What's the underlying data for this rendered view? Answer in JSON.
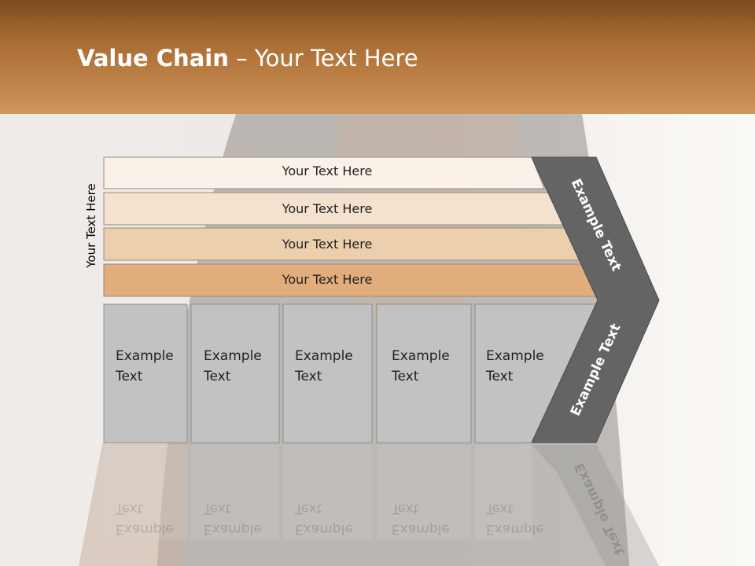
{
  "title": {
    "bold": "Value Chain",
    "rest": " – Your Text Here"
  },
  "side_label": "Your Text Here",
  "bars": [
    {
      "label": "Your Text Here",
      "fill": "#faf1e8"
    },
    {
      "label": "Your Text Here",
      "fill": "#f4e2cf"
    },
    {
      "label": "Your Text Here",
      "fill": "#ecd0ae"
    },
    {
      "label": "Your Text Here",
      "fill": "#e2ad7c"
    }
  ],
  "boxes": [
    {
      "line1": "Example",
      "line2": "Text"
    },
    {
      "line1": "Example",
      "line2": "Text"
    },
    {
      "line1": "Example",
      "line2": "Text"
    },
    {
      "line1": "Example",
      "line2": "Text"
    },
    {
      "line1": "Example",
      "line2": "Text"
    }
  ],
  "chevron": {
    "upper": "Example Text",
    "lower": "Example Text"
  },
  "colors": {
    "header": "#a86c33",
    "chevron": "#646464",
    "box": "#c2c2c2"
  }
}
